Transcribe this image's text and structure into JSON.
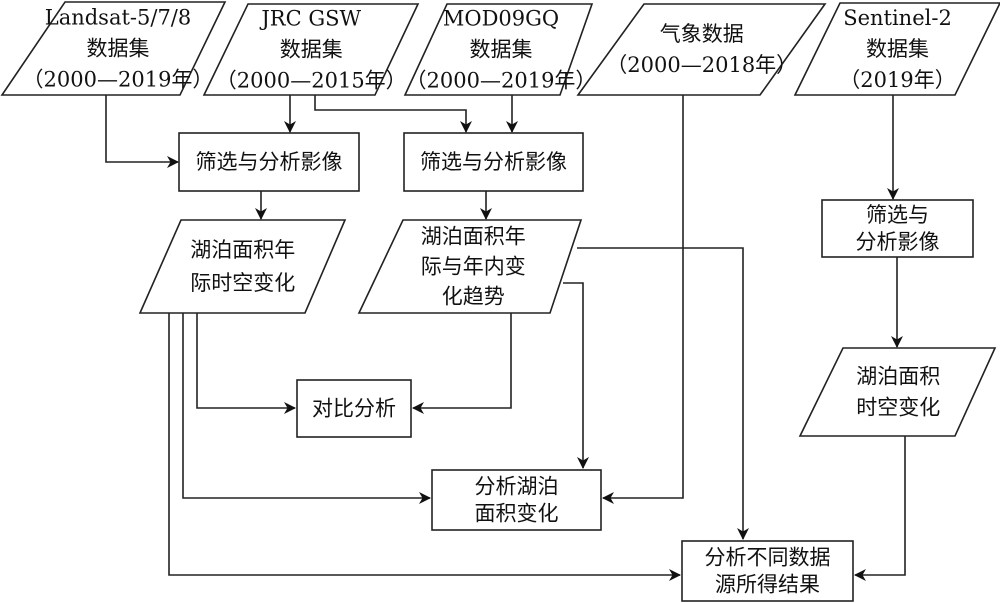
{
  "diagram": {
    "title": "",
    "nodes": {
      "landsat": {
        "shape": "parallelogram",
        "lines": [
          "Landsat-5/7/8",
          "数据集",
          "（2000—2019年）"
        ]
      },
      "jrc": {
        "shape": "parallelogram",
        "lines": [
          "JRC GSW",
          "数据集",
          "（2000—2015年）"
        ]
      },
      "mod": {
        "shape": "parallelogram",
        "lines": [
          "MOD09GQ",
          "数据集",
          "（2000—2019年）"
        ]
      },
      "meteo": {
        "shape": "parallelogram",
        "lines": [
          "气象数据",
          "（2000—2018年）"
        ]
      },
      "sentinel": {
        "shape": "parallelogram",
        "lines": [
          "Sentinel-2",
          "数据集",
          "（2019年）"
        ]
      },
      "filter1": {
        "shape": "rect",
        "lines": [
          "筛选与分析影像"
        ]
      },
      "filter2": {
        "shape": "rect",
        "lines": [
          "筛选与分析影像"
        ]
      },
      "filter3": {
        "shape": "rect",
        "lines": [
          "筛选与",
          "分析影像"
        ]
      },
      "interannual": {
        "shape": "parallelogram",
        "lines": [
          "湖泊面积年",
          "际时空变化"
        ]
      },
      "intraannual": {
        "shape": "parallelogram",
        "lines": [
          "湖泊面积年",
          "际与年内变",
          "化趋势"
        ]
      },
      "spatiotemporal": {
        "shape": "parallelogram",
        "lines": [
          "湖泊面积",
          "时空变化"
        ]
      },
      "compare": {
        "shape": "rect",
        "lines": [
          "对比分析"
        ]
      },
      "analyze_area": {
        "shape": "rect",
        "lines": [
          "分析湖泊",
          "面积变化"
        ]
      },
      "analyze_sources": {
        "shape": "rect",
        "lines": [
          "分析不同数据",
          "源所得结果"
        ]
      }
    },
    "edges": [
      {
        "from": "landsat",
        "to": "filter1"
      },
      {
        "from": "jrc",
        "to": "filter1"
      },
      {
        "from": "jrc",
        "to": "filter2"
      },
      {
        "from": "mod",
        "to": "filter2"
      },
      {
        "from": "filter1",
        "to": "interannual"
      },
      {
        "from": "filter2",
        "to": "intraannual"
      },
      {
        "from": "sentinel",
        "to": "filter3"
      },
      {
        "from": "filter3",
        "to": "spatiotemporal"
      },
      {
        "from": "interannual",
        "to": "compare"
      },
      {
        "from": "intraannual",
        "to": "compare"
      },
      {
        "from": "interannual",
        "to": "analyze_area"
      },
      {
        "from": "intraannual",
        "to": "analyze_area"
      },
      {
        "from": "meteo",
        "to": "analyze_area"
      },
      {
        "from": "interannual",
        "to": "analyze_sources"
      },
      {
        "from": "intraannual",
        "to": "analyze_sources"
      },
      {
        "from": "spatiotemporal",
        "to": "analyze_sources"
      }
    ]
  }
}
